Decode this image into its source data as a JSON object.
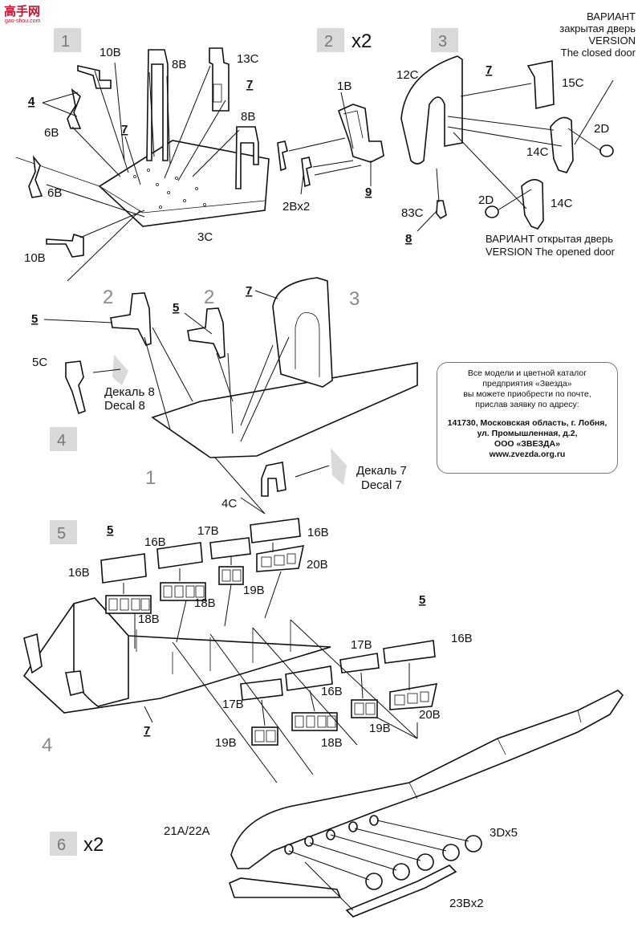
{
  "watermark": {
    "text": "高手网",
    "url": "gao-shou.com"
  },
  "steps": {
    "s1": "1",
    "s2": "2",
    "s2_mult": "x2",
    "s3": "3",
    "s4": "4",
    "s5": "5",
    "s6": "6",
    "s6_mult": "x2"
  },
  "step4_refs": {
    "r2a": "2",
    "r2b": "2",
    "r3": "3",
    "r1": "1"
  },
  "step5_refs": {
    "r4": "4"
  },
  "labels": {
    "p10B_top": "10B",
    "p8B_top": "8B",
    "p13C": "13C",
    "p7_s1": "7",
    "p8B_right": "8B",
    "p4_s1": "4",
    "p6B_a": "6B",
    "p7_s1b": "7",
    "p6B_b": "6B",
    "p10B_bot": "10B",
    "p3C": "3C",
    "p1B": "1B",
    "p2Bx2": "2Bx2",
    "p9": "9",
    "p12C": "12C",
    "p7_s3": "7",
    "p15C": "15C",
    "p2D_a": "2D",
    "p14C_a": "14C",
    "p2D_b": "2D",
    "p14C_b": "14C",
    "p83C": "83C",
    "p8_s3": "8",
    "p5_s4a": "5",
    "p5_s4b": "5",
    "p7_s4": "7",
    "p5C": "5C",
    "p4C": "4C",
    "decal8_ru": "Декаль 8",
    "decal8_en": "Decal 8",
    "decal7_ru": "Декаль 7",
    "decal7_en": "Decal 7",
    "p5_s5a": "5",
    "p16B_a": "16B",
    "p17B_a": "17B",
    "p16B_b": "16B",
    "p16B_c": "16B",
    "p20B_a": "20B",
    "p18B_a": "18B",
    "p18B_b": "18B",
    "p19B_a": "19B",
    "p7_s5": "7",
    "p5_s5b": "5",
    "p17B_b": "17B",
    "p16B_d": "16B",
    "p16B_e": "16B",
    "p17B_c": "17B",
    "p19B_b": "19B",
    "p18B_c": "18B",
    "p19B_c": "19B",
    "p20B_b": "20B",
    "p21A22A": "21A/22A",
    "p3Dx5": "3Dx5",
    "p23Bx2": "23Bx2"
  },
  "versions": {
    "closed_ru1": "ВАРИАНТ",
    "closed_ru2": "закрытая дверь",
    "closed_en1": "VERSION",
    "closed_en2": "The closed door",
    "opened_ru": "ВАРИАНТ открытая дверь",
    "opened_en": "VERSION The opened door"
  },
  "info": {
    "line1": "Все модели и цветной каталог",
    "line2": "предприятия «Звезда»",
    "line3": "вы можете приобрести по почте,",
    "line4": "прислав заявку по адресу:",
    "addr1": "141730, Московская область, г. Лобня,",
    "addr2": "ул. Промышленная, д.2,",
    "addr3": "ООО «ЗВЕЗДА»",
    "addr4": "www.zvezda.org.ru"
  }
}
